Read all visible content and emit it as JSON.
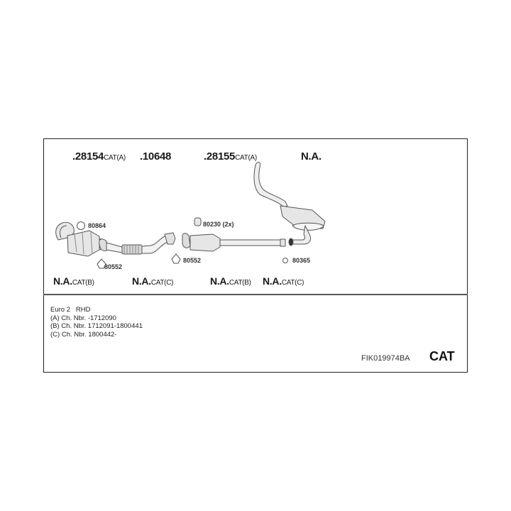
{
  "top_labels": [
    {
      "number": ".28154",
      "suffix": "CAT(A)"
    },
    {
      "number": ".10648",
      "suffix": ""
    },
    {
      "number": ".28155",
      "suffix": "CAT(A)"
    },
    {
      "number": "N.A.",
      "suffix": ""
    }
  ],
  "part_labels": {
    "ring_gasket": "80864",
    "gasket_left": "80552",
    "gasket_right": "80552",
    "rubber_mount": "80230 (2x)",
    "clamp": "80365"
  },
  "bottom_labels": [
    {
      "number": "N.A.",
      "suffix": "CAT(B)"
    },
    {
      "number": "N.A.",
      "suffix": "CAT(C)"
    },
    {
      "number": "N.A.",
      "suffix": "CAT(B)"
    },
    {
      "number": "N.A.",
      "suffix": "CAT(C)"
    }
  ],
  "info": {
    "line1": "Euro 2   RHD",
    "line2": "(A) Ch. Nbr. -1712090",
    "line3": "(B) Ch. Nbr. 1712091-1800441",
    "line4": "(C) Ch. Nbr. 1800442-"
  },
  "footer": {
    "code": "FIK019974BA",
    "type": "CAT"
  }
}
